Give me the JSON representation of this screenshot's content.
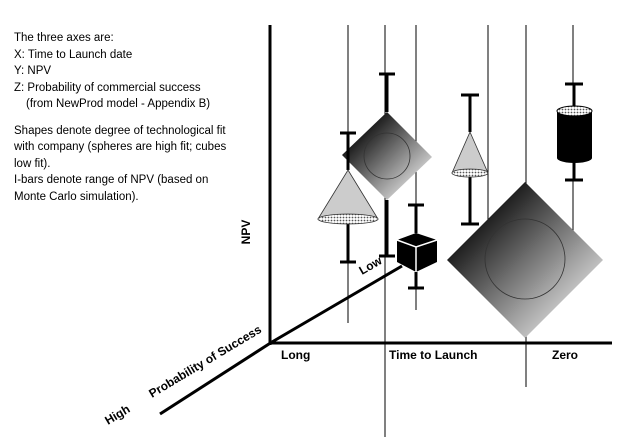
{
  "legend": {
    "lines": [
      "The three axes are:",
      "X: Time to Launch date",
      "Y: NPV",
      "Z: Probability of commercial success",
      "(from NewProd model - Appendix B)",
      "Shapes denote degree of technological fit",
      "with company (spheres are high fit; cubes",
      "low fit).",
      "I-bars denote range of NPV (based on",
      "Monte Carlo simulation)."
    ]
  },
  "axes": {
    "y_label": "NPV",
    "x_label_left": "Long",
    "x_label_mid": "Time to Launch",
    "x_label_right": "Zero",
    "z_label": "Probability of Success",
    "z_low": "Low",
    "z_high": "High"
  }
}
